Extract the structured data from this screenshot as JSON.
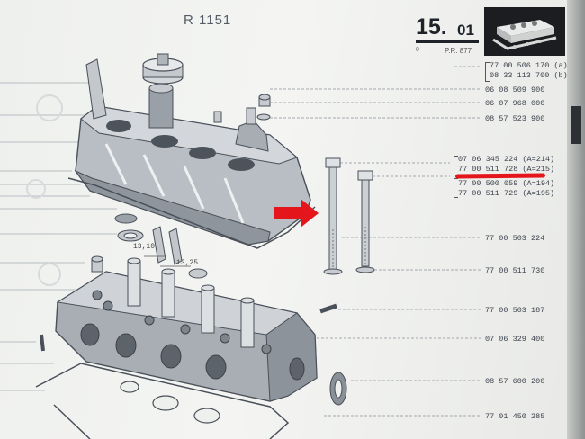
{
  "header": {
    "model": "R 1151",
    "section_number": "15.",
    "section_sub": "01",
    "small_left": "0",
    "small_ref": "P.R. 877"
  },
  "annotation": {
    "arrow_color": "#e4161c",
    "underline_color": "#e4161c"
  },
  "parts": [
    {
      "id": "p1",
      "text": "77 00 506 170 (a)"
    },
    {
      "id": "p2",
      "text": "08 33 113 700 (b)"
    },
    {
      "id": "p3",
      "text": "06 08 509 900"
    },
    {
      "id": "p4",
      "text": "06 07 968 000"
    },
    {
      "id": "p5",
      "text": "08 57 523 900"
    },
    {
      "id": "p6",
      "text": "07 06 345 224 (A=214)"
    },
    {
      "id": "p7",
      "text": "77 00 511 728 (A=215)"
    },
    {
      "id": "p8",
      "text": "77 00 500 059 (A=194)"
    },
    {
      "id": "p9",
      "text": "77 00 511 729 (A=195)"
    },
    {
      "id": "p10",
      "text": "77 00 503 224"
    },
    {
      "id": "p11",
      "text": "77 00 511 730"
    },
    {
      "id": "p12",
      "text": "77 00 503 187"
    },
    {
      "id": "p13",
      "text": "07 06 329 400"
    },
    {
      "id": "p14",
      "text": "08 57 600 200"
    },
    {
      "id": "p15",
      "text": "77 01 450 285"
    }
  ],
  "dimensions": {
    "d1": "13,10",
    "d2": "13,25"
  },
  "icons": {
    "thumbnail": "cylinder-head-thumbnail-icon",
    "arrow": "red-arrow-icon"
  }
}
